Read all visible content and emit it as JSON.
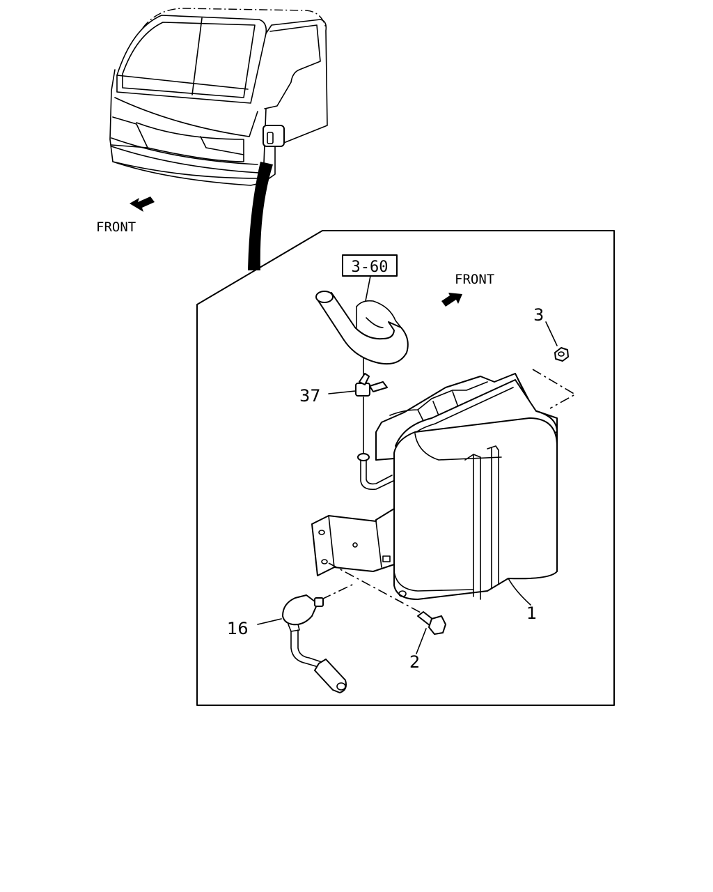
{
  "labels": {
    "front_top": "FRONT",
    "front_inset": "FRONT",
    "ref_box": "3-60"
  },
  "callouts": {
    "part_1": "1",
    "part_2": "2",
    "part_3": "3",
    "part_16": "16",
    "part_37": "37"
  }
}
